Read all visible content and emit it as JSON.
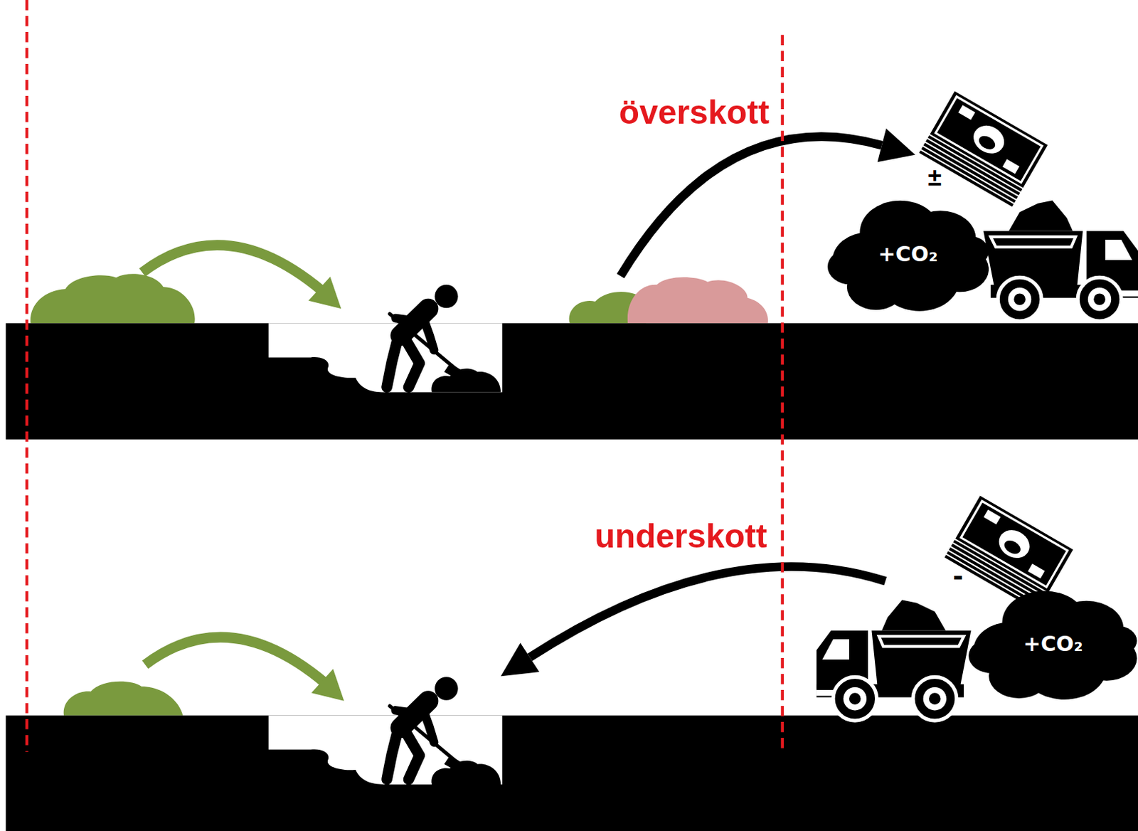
{
  "diagram": {
    "nodes": [
      {
        "text": [
          "+CO₂"
        ]
      },
      {
        "text": [
          "+CO₂"
        ]
      }
    ],
    "labels": [
      "överskott",
      "±",
      "underskott",
      "-"
    ]
  }
}
